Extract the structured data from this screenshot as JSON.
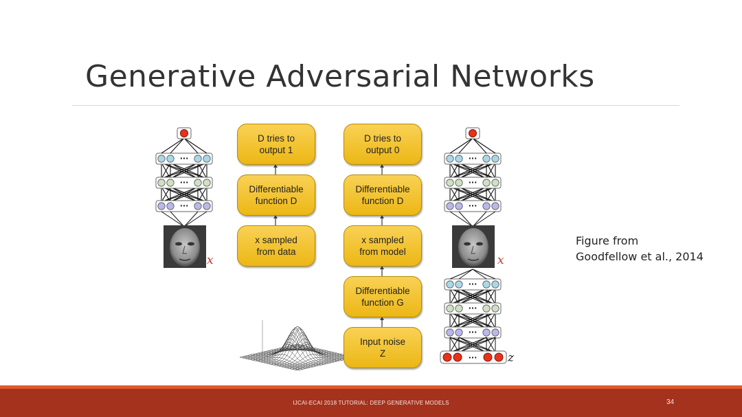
{
  "slide": {
    "title": "Generative Adversarial Networks",
    "footer": "IJCAI-ECAI 2018 TUTORIAL: DEEP GENERATIVE MODELS",
    "page_number": "34"
  },
  "caption": {
    "line1": "Figure from",
    "line2": "Goodfellow et al., 2014"
  },
  "left_column": {
    "box1": "D tries to\noutput 1",
    "box2": "Differentiable\nfunction D",
    "box3": "x sampled\nfrom data"
  },
  "right_column": {
    "box1": "D tries to\noutput 0",
    "box2": "Differentiable\nfunction D",
    "box3": "x sampled\nfrom model",
    "box4": "Differentiable\nfunction G",
    "box5": "Input noise\nZ"
  },
  "labels": {
    "x_left": "x",
    "x_right": "x",
    "z": "z",
    "ellipsis": "···"
  },
  "colors": {
    "box_fill": "#f4c430",
    "output_node": "#e8321a",
    "noise_node": "#e8321a",
    "layer_top": "#a9d8e8",
    "layer_mid": "#cfe0c3",
    "layer_bottom": "#b9b8ea"
  }
}
